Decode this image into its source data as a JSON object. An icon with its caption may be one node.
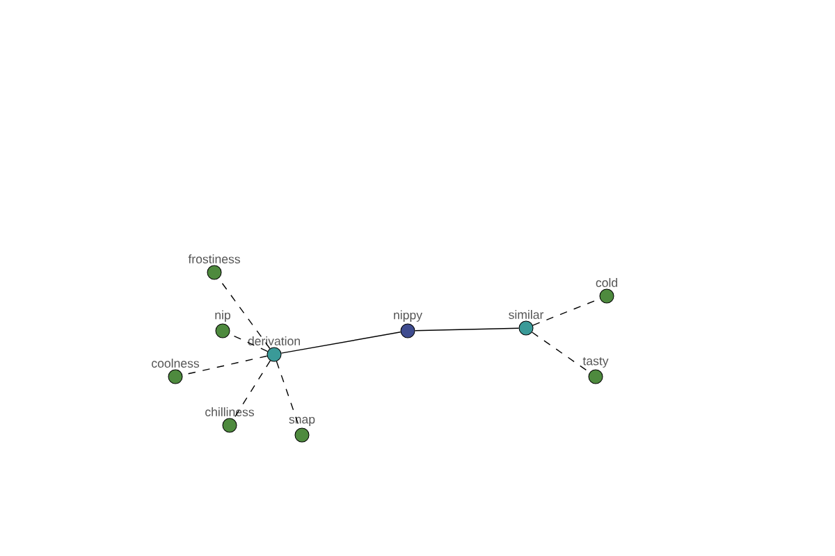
{
  "diagram": {
    "nodes": [
      {
        "text": [
          "nippy"
        ]
      },
      {
        "text": [
          "derivation"
        ]
      },
      {
        "text": [
          "similar"
        ]
      },
      {
        "text": [
          "frostiness"
        ]
      },
      {
        "text": [
          "nip"
        ]
      },
      {
        "text": [
          "coolness"
        ]
      },
      {
        "text": [
          "chilliness"
        ]
      },
      {
        "text": [
          "snap"
        ]
      },
      {
        "text": [
          "cold"
        ]
      },
      {
        "text": [
          "tasty"
        ]
      }
    ],
    "edges": [
      {
        "from": 0,
        "to": 1,
        "arrow": "none"
      },
      {
        "from": 0,
        "to": 2,
        "arrow": "none"
      },
      {
        "from": 1,
        "to": 3,
        "arrow": "none",
        "style": "dashed"
      },
      {
        "from": 1,
        "to": 4,
        "arrow": "none",
        "style": "dashed"
      },
      {
        "from": 1,
        "to": 5,
        "arrow": "none",
        "style": "dashed"
      },
      {
        "from": 1,
        "to": 6,
        "arrow": "none",
        "style": "dashed"
      },
      {
        "from": 1,
        "to": 7,
        "arrow": "none",
        "style": "dashed"
      },
      {
        "from": 2,
        "to": 8,
        "arrow": "none",
        "style": "dashed"
      },
      {
        "from": 2,
        "to": 9,
        "arrow": "none",
        "style": "dashed"
      }
    ]
  }
}
